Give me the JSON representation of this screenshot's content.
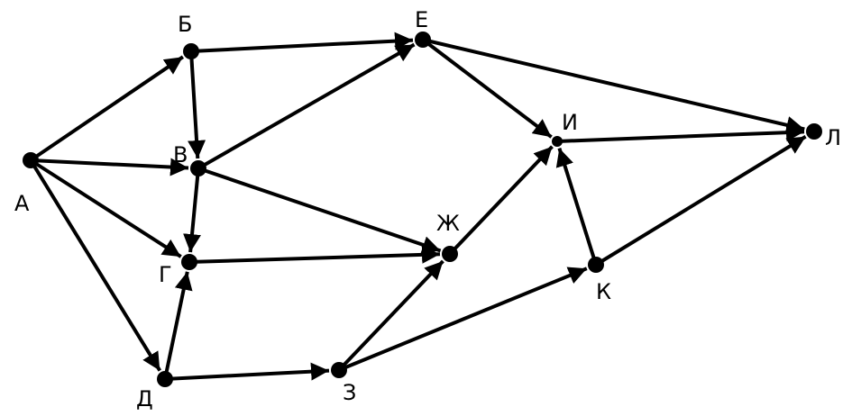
{
  "diagram": {
    "type": "directed-graph",
    "color": "#000000",
    "nodes": [
      {
        "id": "A",
        "label": "А"
      },
      {
        "id": "B",
        "label": "Б"
      },
      {
        "id": "V",
        "label": "В"
      },
      {
        "id": "G",
        "label": "Г"
      },
      {
        "id": "D",
        "label": "Д"
      },
      {
        "id": "E",
        "label": "Е"
      },
      {
        "id": "Zh",
        "label": "Ж"
      },
      {
        "id": "Z",
        "label": "З"
      },
      {
        "id": "I",
        "label": "И"
      },
      {
        "id": "K",
        "label": "К"
      },
      {
        "id": "L",
        "label": "Л"
      }
    ],
    "edges": [
      {
        "from": "A",
        "to": "B"
      },
      {
        "from": "A",
        "to": "V"
      },
      {
        "from": "A",
        "to": "G"
      },
      {
        "from": "A",
        "to": "D"
      },
      {
        "from": "B",
        "to": "E"
      },
      {
        "from": "B",
        "to": "V"
      },
      {
        "from": "V",
        "to": "E"
      },
      {
        "from": "V",
        "to": "G"
      },
      {
        "from": "V",
        "to": "Zh"
      },
      {
        "from": "D",
        "to": "G"
      },
      {
        "from": "D",
        "to": "Z"
      },
      {
        "from": "G",
        "to": "Zh"
      },
      {
        "from": "Z",
        "to": "Zh"
      },
      {
        "from": "Z",
        "to": "K"
      },
      {
        "from": "E",
        "to": "I"
      },
      {
        "from": "E",
        "to": "L"
      },
      {
        "from": "Zh",
        "to": "I"
      },
      {
        "from": "K",
        "to": "I"
      },
      {
        "from": "I",
        "to": "L"
      },
      {
        "from": "K",
        "to": "L"
      }
    ]
  }
}
